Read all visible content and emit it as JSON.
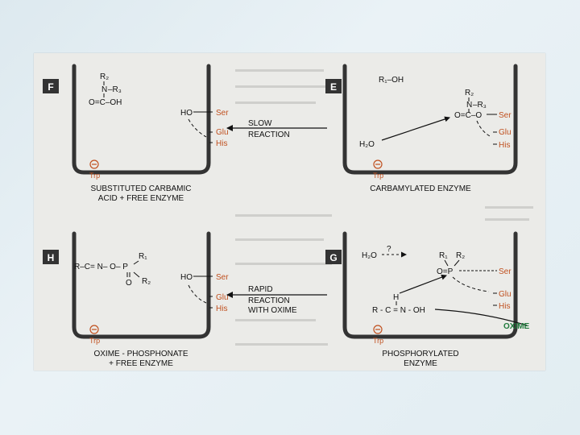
{
  "panel_f": {
    "letter": "F",
    "r2": "R₂",
    "n": "N",
    "r3": "–R₃",
    "carbamic": "O=C–OH",
    "ho": "HO",
    "ser": "Ser",
    "glu": "Glu",
    "his": "His",
    "trp": "Trp",
    "caption_1": "SUBSTITUTED CARBAMIC",
    "caption_2": "ACID + FREE ENZYME"
  },
  "panel_e": {
    "letter": "E",
    "alcohol": "R₁–OH",
    "r2": "R₂",
    "n": "N",
    "r3": "–R₃",
    "carbamoyl": "O=C–O",
    "h2o": "H₂O",
    "ser": "Ser",
    "glu": "Glu",
    "his": "His",
    "trp": "Trp",
    "caption": "CARBAMYLATED ENZYME"
  },
  "panel_h": {
    "letter": "H",
    "oxime_chain": "R–C= N– O– P",
    "r1": "R₁",
    "r2": "R₂",
    "o": "O",
    "ho": "HO",
    "ser": "Ser",
    "glu": "Glu",
    "his": "His",
    "trp": "Trp",
    "caption_1": "OXIME - PHOSPHONATE",
    "caption_2": "+ FREE ENZYME"
  },
  "panel_g": {
    "letter": "G",
    "water": "H₂O",
    "question": "?",
    "r1": "R₁",
    "r2": "R₂",
    "phosphoryl": "O=P",
    "h": "H",
    "oxime": "R - C = N - OH",
    "ser": "Ser",
    "glu": "Glu",
    "his": "His",
    "trp": "Trp",
    "oxime_label": "OXIME",
    "caption_1": "PHOSPHORYLATED",
    "caption_2": "ENZYME"
  },
  "arrows": {
    "slow_1": "SLOW",
    "slow_2": "REACTION",
    "rapid_1": "RAPID",
    "rapid_2": "REACTION",
    "rapid_3": "WITH OXIME"
  },
  "colors": {
    "residue": "#c0501f",
    "oxime_label": "#1f7a3c",
    "well": "#333333"
  }
}
